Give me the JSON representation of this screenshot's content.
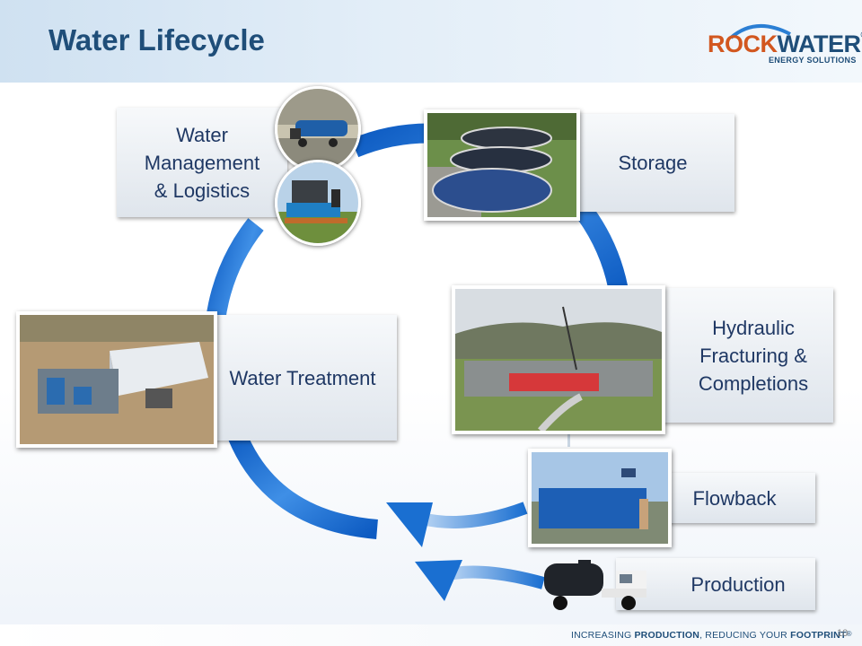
{
  "slide": {
    "title": "Water Lifecycle",
    "page_number": "10"
  },
  "logo": {
    "brand": "ROCKWATER",
    "brand_part1": "ROCK",
    "brand_part2": "WATER",
    "registered": "®",
    "tagline": "ENERGY SOLUTIONS",
    "colors": {
      "rock": "#d2571f",
      "water": "#1f4e79"
    }
  },
  "stages": {
    "water_management": {
      "line1": "Water",
      "line2": "Management",
      "line3": "& Logistics"
    },
    "storage": {
      "label": "Storage"
    },
    "fracturing": {
      "line1": "Hydraulic",
      "line2": "Fracturing &",
      "line3": "Completions"
    },
    "water_treatment": {
      "label": "Water Treatment"
    },
    "flowback": {
      "label": "Flowback"
    },
    "production": {
      "label": "Production"
    }
  },
  "footer": {
    "part1": "INCREASING ",
    "part2": "PRODUCTION",
    "part3": ", REDUCING YOUR ",
    "part4": "FOOTPRINT",
    "mark": "®"
  },
  "colors": {
    "title": "#1f4e79",
    "box_text": "#1f3864",
    "arrow_blue": "#1a6fd1"
  }
}
